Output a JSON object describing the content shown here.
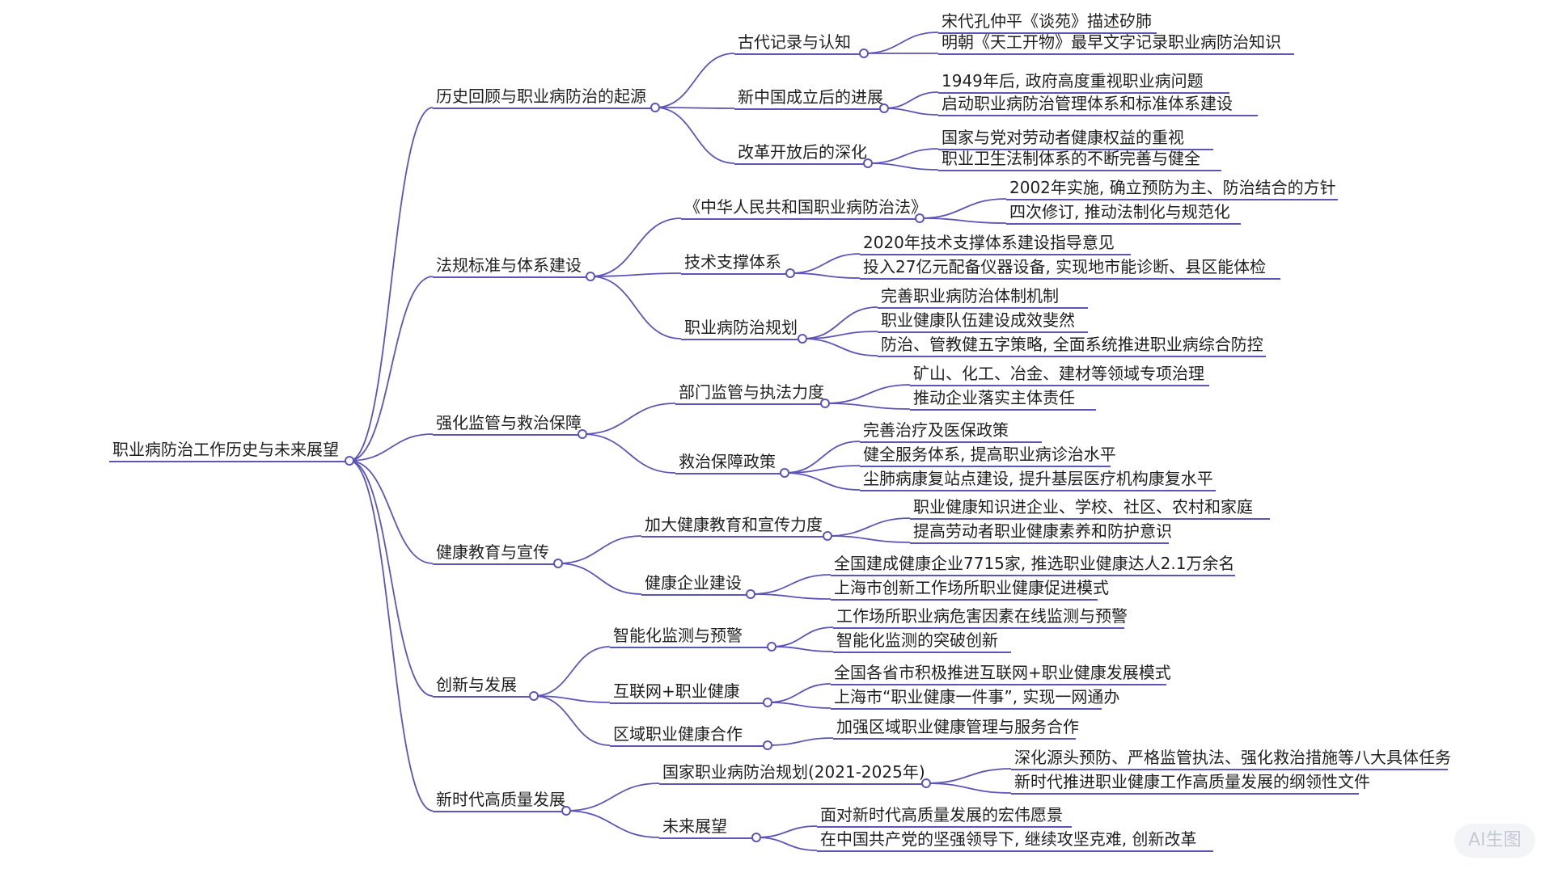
{
  "mindmap": {
    "label": "职业病防治工作历史与未来展望",
    "children": [
      {
        "label": "历史回顾与职业病防治的起源",
        "children": [
          {
            "label": "古代记录与认知",
            "children": [
              {
                "label": "宋代孔仲平《谈苑》描述矽肺"
              },
              {
                "label": "明朝《天工开物》最早文字记录职业病防治知识"
              }
            ]
          },
          {
            "label": "新中国成立后的进展",
            "children": [
              {
                "label": "1949年后, 政府高度重视职业病问题"
              },
              {
                "label": "启动职业病防治管理体系和标准体系建设"
              }
            ]
          },
          {
            "label": "改革开放后的深化",
            "children": [
              {
                "label": "国家与党对劳动者健康权益的重视"
              },
              {
                "label": "职业卫生法制体系的不断完善与健全"
              }
            ]
          }
        ]
      },
      {
        "label": "法规标准与体系建设",
        "children": [
          {
            "label": "《中华人民共和国职业病防治法》",
            "children": [
              {
                "label": "2002年实施, 确立预防为主、防治结合的方针"
              },
              {
                "label": "四次修订, 推动法制化与规范化"
              }
            ]
          },
          {
            "label": "技术支撑体系",
            "children": [
              {
                "label": "2020年技术支撑体系建设指导意见"
              },
              {
                "label": "投入27亿元配备仪器设备, 实现地市能诊断、县区能体检"
              }
            ]
          },
          {
            "label": "职业病防治规划",
            "children": [
              {
                "label": "完善职业病防治体制机制"
              },
              {
                "label": "职业健康队伍建设成效斐然"
              },
              {
                "label": "防治、管教健五字策略, 全面系统推进职业病综合防控"
              }
            ]
          }
        ]
      },
      {
        "label": "强化监管与救治保障",
        "children": [
          {
            "label": "部门监管与执法力度",
            "children": [
              {
                "label": "矿山、化工、冶金、建材等领域专项治理"
              },
              {
                "label": "推动企业落实主体责任"
              }
            ]
          },
          {
            "label": "救治保障政策",
            "children": [
              {
                "label": "完善治疗及医保政策"
              },
              {
                "label": "健全服务体系, 提高职业病诊治水平"
              },
              {
                "label": "尘肺病康复站点建设, 提升基层医疗机构康复水平"
              }
            ]
          }
        ]
      },
      {
        "label": "健康教育与宣传",
        "children": [
          {
            "label": "加大健康教育和宣传力度",
            "children": [
              {
                "label": "职业健康知识进企业、学校、社区、农村和家庭"
              },
              {
                "label": "提高劳动者职业健康素养和防护意识"
              }
            ]
          },
          {
            "label": "健康企业建设",
            "children": [
              {
                "label": "全国建成健康企业7715家, 推选职业健康达人2.1万余名"
              },
              {
                "label": "上海市创新工作场所职业健康促进模式"
              }
            ]
          }
        ]
      },
      {
        "label": "创新与发展",
        "children": [
          {
            "label": "智能化监测与预警",
            "children": [
              {
                "label": "工作场所职业病危害因素在线监测与预警"
              },
              {
                "label": "智能化监测的突破创新"
              }
            ]
          },
          {
            "label": "互联网+职业健康",
            "children": [
              {
                "label": "全国各省市积极推进互联网+职业健康发展模式"
              },
              {
                "label": "上海市“职业健康一件事”, 实现一网通办"
              }
            ]
          },
          {
            "label": "区域职业健康合作",
            "children": [
              {
                "label": "加强区域职业健康管理与服务合作"
              }
            ]
          }
        ]
      },
      {
        "label": "新时代高质量发展",
        "children": [
          {
            "label": "国家职业病防治规划(2021-2025年)",
            "children": [
              {
                "label": "深化源头预防、严格监管执法、强化救治措施等八大具体任务"
              },
              {
                "label": "新时代推进职业健康工作高质量发展的纲领性文件"
              }
            ]
          },
          {
            "label": "未来展望",
            "children": [
              {
                "label": "面对新时代高质量发展的宏伟愿景"
              },
              {
                "label": "在中国共产党的坚强领导下, 继续攻坚克难, 创新改革"
              }
            ]
          }
        ]
      }
    ]
  },
  "watermark": "AI生图",
  "colors": {
    "branch": "#5c55b8",
    "text": "#1f1f1f",
    "background": "#ffffff"
  }
}
